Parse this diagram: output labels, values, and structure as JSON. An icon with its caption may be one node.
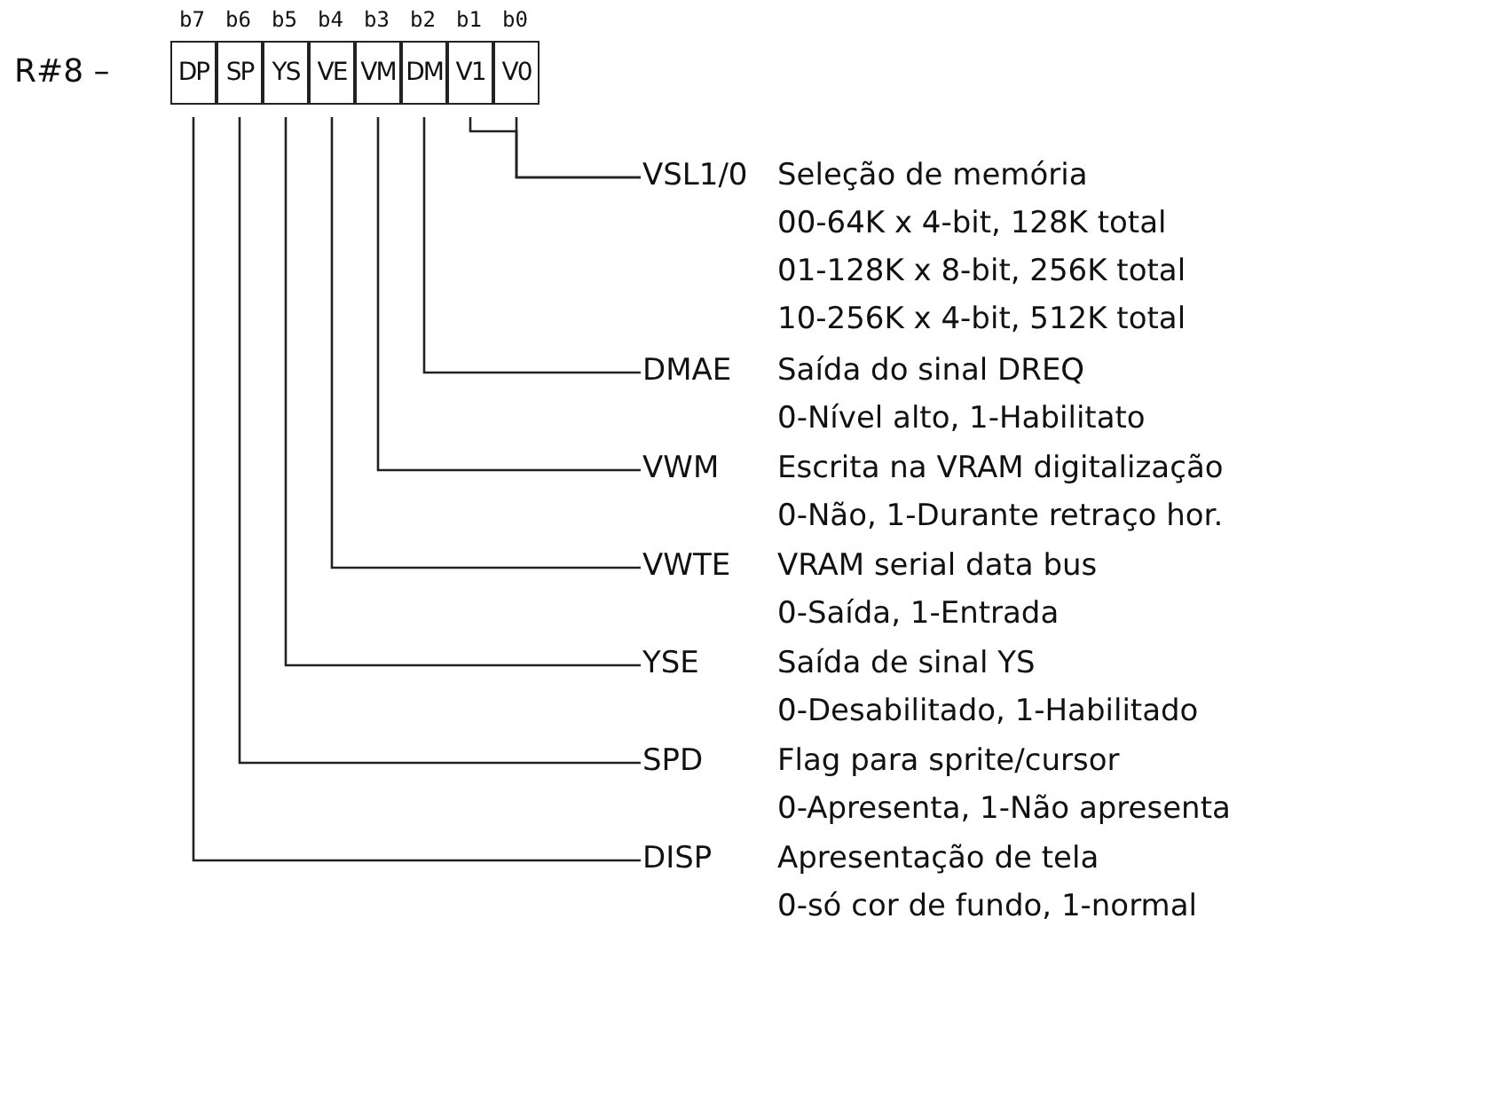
{
  "diagram": {
    "nodes": [
      {
        "text": [
          "DP"
        ]
      },
      {
        "text": [
          "SP"
        ]
      },
      {
        "text": [
          "YS"
        ]
      },
      {
        "text": [
          "VE"
        ]
      },
      {
        "text": [
          "VM"
        ]
      },
      {
        "text": [
          "DM"
        ]
      },
      {
        "text": [
          "V1"
        ]
      },
      {
        "text": [
          "V0"
        ]
      },
      {
        "text": [
          "VSL1/0",
          "Seleção de memória",
          "00-64K x 4-bit, 128K total",
          "01-128K x 8-bit, 256K total",
          "10-256K x 4-bit, 512K total"
        ]
      },
      {
        "text": [
          "DMAE",
          "Saída do sinal DREQ",
          "0-Nível alto, 1-Habilitato"
        ]
      },
      {
        "text": [
          "VWM",
          "Escrita na VRAM digitalização",
          "0-Não, 1-Durante retraço hor."
        ]
      },
      {
        "text": [
          "VWTE",
          "VRAM serial data bus",
          "0-Saída, 1-Entrada"
        ]
      },
      {
        "text": [
          "YSE",
          "Saída de sinal YS",
          "0-Desabilitado, 1-Habilitado"
        ]
      },
      {
        "text": [
          "SPD",
          "Flag para sprite/cursor",
          "0-Apresenta, 1-Não apresenta"
        ]
      },
      {
        "text": [
          "DISP",
          "Apresentação de tela",
          "0-só cor de fundo, 1-normal"
        ]
      }
    ],
    "edges": [
      {
        "from": 6,
        "to": 8,
        "arrow": "none"
      },
      {
        "from": 7,
        "to": 8,
        "arrow": "none"
      },
      {
        "from": 5,
        "to": 9,
        "arrow": "none"
      },
      {
        "from": 4,
        "to": 10,
        "arrow": "none"
      },
      {
        "from": 3,
        "to": 11,
        "arrow": "none"
      },
      {
        "from": 2,
        "to": 12,
        "arrow": "none"
      },
      {
        "from": 1,
        "to": 13,
        "arrow": "none"
      },
      {
        "from": 0,
        "to": 14,
        "arrow": "none"
      }
    ],
    "labels": [
      "b7",
      "b6",
      "b5",
      "b4",
      "b3",
      "b2",
      "b1",
      "b0",
      "R#8 –"
    ]
  }
}
